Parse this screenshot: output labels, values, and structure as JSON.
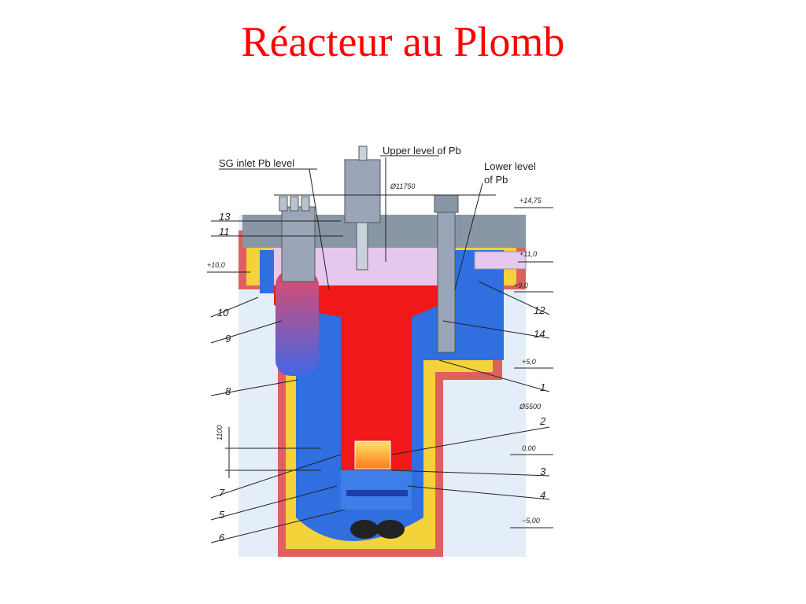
{
  "page": {
    "title": "Réacteur au Plomb"
  },
  "diagram": {
    "labels": {
      "sg_inlet": "SG inlet Pb level",
      "upper_level": "Upper level of Pb",
      "lower_level_1": "Lower level",
      "lower_level_2": "of Pb",
      "diameter_top": "Ø11750",
      "diameter_mid": "Ø5500",
      "dim_1100": "1100"
    },
    "elevations": {
      "e1475": "+14,75",
      "e110": "+11,0",
      "e100": "+10,0",
      "e90": "+9,0",
      "e50": "+5,0",
      "e000": "0,00",
      "em500": "−5,00"
    },
    "callouts": {
      "n13": "13",
      "n11": "11",
      "n10": "10",
      "n9": "9",
      "n8": "8",
      "n7": "7",
      "n5": "5",
      "n6": "6",
      "n12": "12",
      "n14": "14",
      "n1": "1",
      "n2": "2",
      "n3": "3",
      "n4": "4"
    },
    "colors": {
      "lead_hot": "#f01818",
      "lead_cold": "#2f6fe0",
      "gas": "#e6c8ee",
      "concrete": "#8896a6",
      "insulation": "#f3d23a",
      "outer_shell": "#e06060",
      "background": "#e4eef8"
    }
  }
}
